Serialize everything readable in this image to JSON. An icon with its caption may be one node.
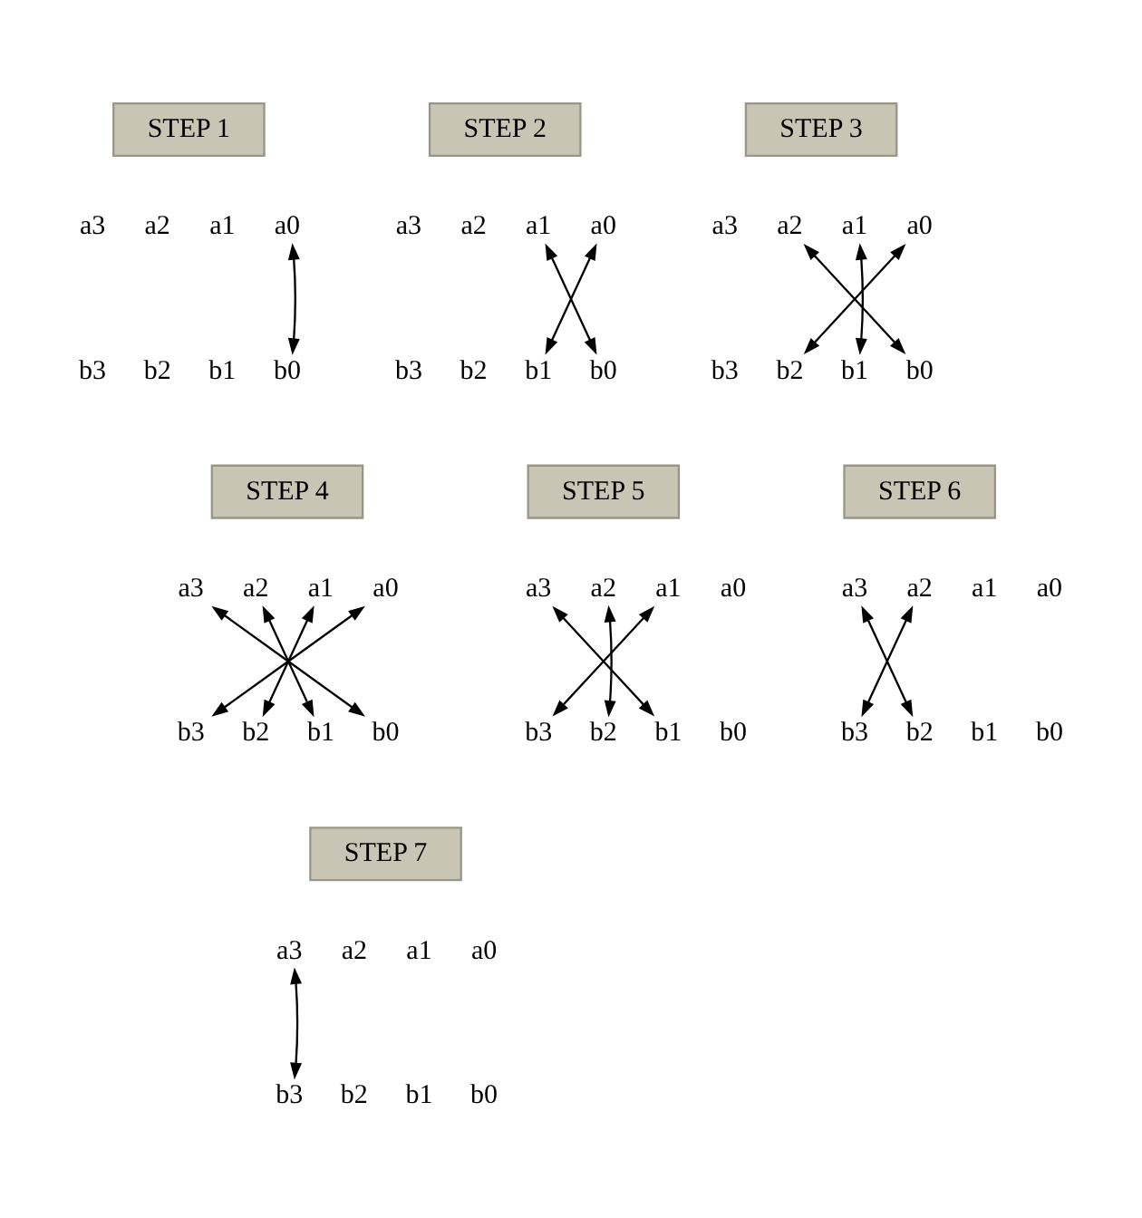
{
  "diagram": {
    "nodes": [
      {
        "text": [
          "STEP 1"
        ]
      },
      {
        "text": [
          "a3"
        ]
      },
      {
        "text": [
          "a2"
        ]
      },
      {
        "text": [
          "a1"
        ]
      },
      {
        "text": [
          "a0"
        ]
      },
      {
        "text": [
          "b3"
        ]
      },
      {
        "text": [
          "b2"
        ]
      },
      {
        "text": [
          "b1"
        ]
      },
      {
        "text": [
          "b0"
        ]
      },
      {
        "text": [
          "STEP 2"
        ]
      },
      {
        "text": [
          "a3"
        ]
      },
      {
        "text": [
          "a2"
        ]
      },
      {
        "text": [
          "a1"
        ]
      },
      {
        "text": [
          "a0"
        ]
      },
      {
        "text": [
          "b3"
        ]
      },
      {
        "text": [
          "b2"
        ]
      },
      {
        "text": [
          "b1"
        ]
      },
      {
        "text": [
          "b0"
        ]
      },
      {
        "text": [
          "STEP 3"
        ]
      },
      {
        "text": [
          "a3"
        ]
      },
      {
        "text": [
          "a2"
        ]
      },
      {
        "text": [
          "a1"
        ]
      },
      {
        "text": [
          "a0"
        ]
      },
      {
        "text": [
          "b3"
        ]
      },
      {
        "text": [
          "b2"
        ]
      },
      {
        "text": [
          "b1"
        ]
      },
      {
        "text": [
          "b0"
        ]
      },
      {
        "text": [
          "STEP 4"
        ]
      },
      {
        "text": [
          "a3"
        ]
      },
      {
        "text": [
          "a2"
        ]
      },
      {
        "text": [
          "a1"
        ]
      },
      {
        "text": [
          "a0"
        ]
      },
      {
        "text": [
          "b3"
        ]
      },
      {
        "text": [
          "b2"
        ]
      },
      {
        "text": [
          "b1"
        ]
      },
      {
        "text": [
          "b0"
        ]
      },
      {
        "text": [
          "STEP 5"
        ]
      },
      {
        "text": [
          "a3"
        ]
      },
      {
        "text": [
          "a2"
        ]
      },
      {
        "text": [
          "a1"
        ]
      },
      {
        "text": [
          "a0"
        ]
      },
      {
        "text": [
          "b3"
        ]
      },
      {
        "text": [
          "b2"
        ]
      },
      {
        "text": [
          "b1"
        ]
      },
      {
        "text": [
          "b0"
        ]
      },
      {
        "text": [
          "STEP 6"
        ]
      },
      {
        "text": [
          "a3"
        ]
      },
      {
        "text": [
          "a2"
        ]
      },
      {
        "text": [
          "a1"
        ]
      },
      {
        "text": [
          "a0"
        ]
      },
      {
        "text": [
          "b3"
        ]
      },
      {
        "text": [
          "b2"
        ]
      },
      {
        "text": [
          "b1"
        ]
      },
      {
        "text": [
          "b0"
        ]
      },
      {
        "text": [
          "STEP 7"
        ]
      },
      {
        "text": [
          "a3"
        ]
      },
      {
        "text": [
          "a2"
        ]
      },
      {
        "text": [
          "a1"
        ]
      },
      {
        "text": [
          "a0"
        ]
      },
      {
        "text": [
          "b3"
        ]
      },
      {
        "text": [
          "b2"
        ]
      },
      {
        "text": [
          "b1"
        ]
      },
      {
        "text": [
          "b0"
        ]
      }
    ],
    "edges": [
      {
        "from": 4,
        "to": 8,
        "arrow": "both"
      },
      {
        "from": 12,
        "to": 17,
        "arrow": "both"
      },
      {
        "from": 13,
        "to": 16,
        "arrow": "both"
      },
      {
        "from": 20,
        "to": 26,
        "arrow": "both"
      },
      {
        "from": 21,
        "to": 25,
        "arrow": "both"
      },
      {
        "from": 22,
        "to": 24,
        "arrow": "both"
      },
      {
        "from": 28,
        "to": 35,
        "arrow": "both"
      },
      {
        "from": 29,
        "to": 34,
        "arrow": "both"
      },
      {
        "from": 30,
        "to": 33,
        "arrow": "both"
      },
      {
        "from": 31,
        "to": 32,
        "arrow": "both"
      },
      {
        "from": 37,
        "to": 43,
        "arrow": "both"
      },
      {
        "from": 38,
        "to": 42,
        "arrow": "both"
      },
      {
        "from": 39,
        "to": 41,
        "arrow": "both"
      },
      {
        "from": 46,
        "to": 51,
        "arrow": "both"
      },
      {
        "from": 47,
        "to": 50,
        "arrow": "both"
      },
      {
        "from": 55,
        "to": 59,
        "arrow": "both"
      }
    ]
  }
}
